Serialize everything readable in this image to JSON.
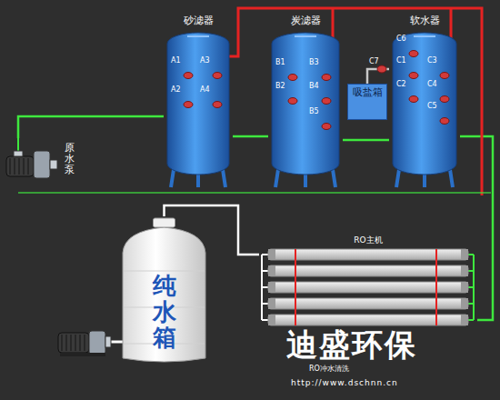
{
  "diagram": {
    "nodes": [
      {
        "text": [
          "砂滤器"
        ]
      },
      {
        "text": [
          "炭滤器"
        ]
      },
      {
        "text": [
          "吸盐箱"
        ]
      },
      {
        "text": [
          "软水器"
        ]
      },
      {
        "text": [
          "原水泵"
        ]
      },
      {
        "text": [
          "RO主机"
        ]
      },
      {
        "text": [
          "纯水箱"
        ]
      }
    ],
    "edges": [
      {
        "from": 4,
        "to": 0,
        "arrow": "none"
      },
      {
        "from": 0,
        "to": 1,
        "arrow": "none"
      },
      {
        "from": 1,
        "to": 3,
        "arrow": "none"
      },
      {
        "from": 2,
        "to": 3,
        "arrow": "none"
      },
      {
        "from": 3,
        "to": 5,
        "arrow": "none"
      },
      {
        "from": 5,
        "to": 6,
        "arrow": "none"
      }
    ],
    "labels": [
      "A1",
      "A3",
      "A2",
      "A4",
      "B1",
      "B3",
      "B2",
      "B4",
      "B5",
      "C6",
      "C7",
      "C1",
      "C3",
      "C2",
      "C4",
      "C5",
      "RO冲水清洗",
      "迪盛环保",
      "http://www.dschnn.cn"
    ]
  }
}
